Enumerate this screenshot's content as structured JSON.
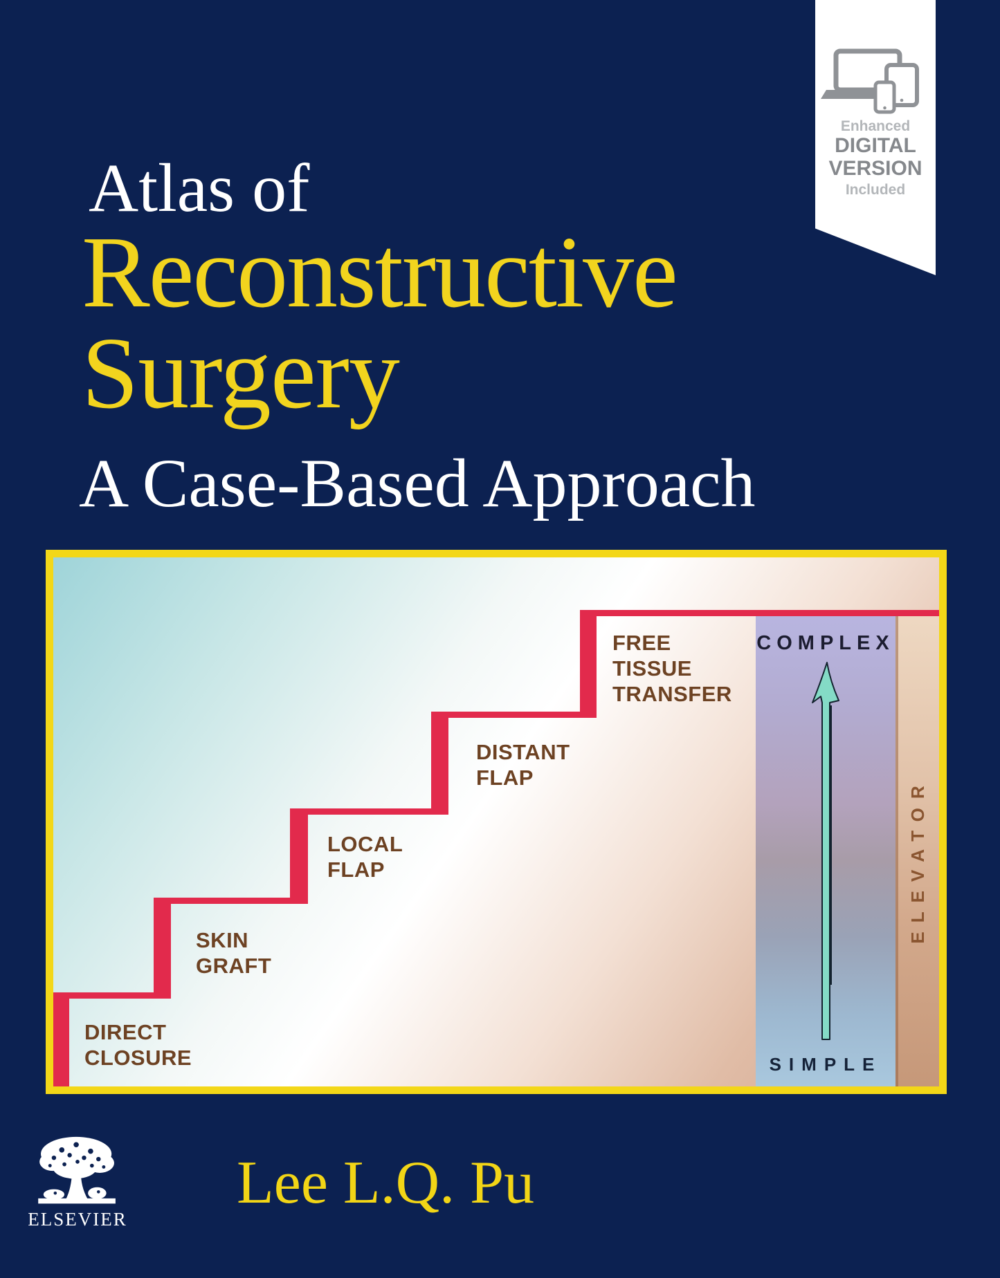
{
  "cover": {
    "title_top": "Atlas of",
    "title_main_1": "Reconstructive",
    "title_main_2": "Surgery",
    "subtitle": "A Case-Based Approach",
    "author": "Lee L.Q. Pu",
    "publisher_name": "ELSEVIER",
    "publisher_logo": "elsevier-tree-icon"
  },
  "badge": {
    "icon": "devices-icon",
    "lines": [
      "Enhanced",
      "DIGITAL",
      "VERSION",
      "Included"
    ]
  },
  "ladder": {
    "steps": [
      {
        "label": "DIRECT\nCLOSURE"
      },
      {
        "label": "SKIN\nGRAFT"
      },
      {
        "label": "LOCAL\nFLAP"
      },
      {
        "label": "DISTANT\nFLAP"
      },
      {
        "label": "FREE\nTISSUE\nTRANSFER"
      }
    ],
    "scale_top": "COMPLEX",
    "scale_bottom": "SIMPLE",
    "elevator": "ELEVATOR",
    "arrow_icon": "up-arrow-icon"
  },
  "colors": {
    "background_navy": "#0c2151",
    "title_yellow": "#f2d41e",
    "frame_yellow": "#f3d718",
    "step_red": "#e22a4c",
    "label_brown": "#6d4223",
    "arrow_teal": "#84dbc6",
    "panel_lavender_top": "#b8b5e0",
    "panel_blue_bottom": "#a9c8de",
    "elevator_tan": "#e2c3aa",
    "badge_gray_dark": "#85888c",
    "badge_gray_light": "#b3b6b9"
  }
}
